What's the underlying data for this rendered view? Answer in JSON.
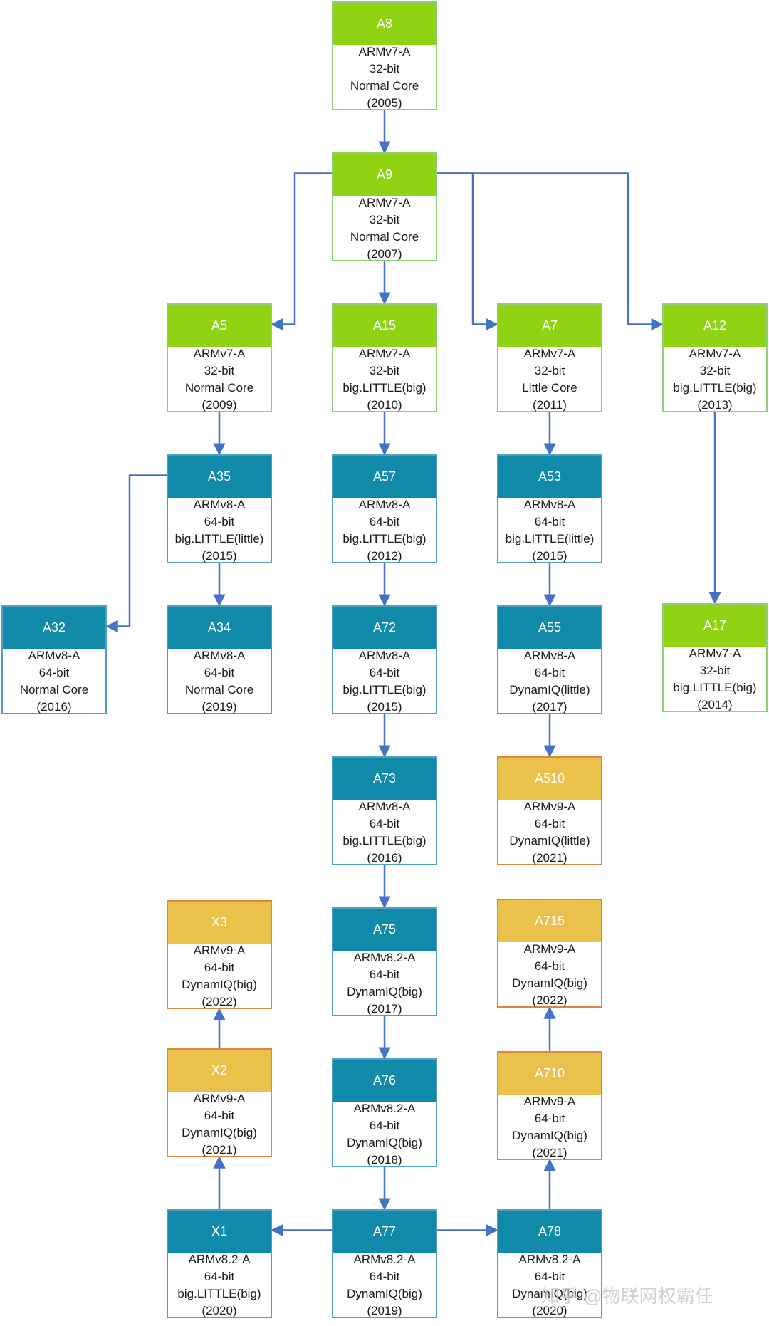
{
  "nodes": [
    {
      "id": "A8",
      "arch": "ARMv7-A",
      "bits": "32-bit",
      "type": "Normal Core",
      "year": "(2005)",
      "gen": "v7"
    },
    {
      "id": "A9",
      "arch": "ARMv7-A",
      "bits": "32-bit",
      "type": "Normal Core",
      "year": "(2007)",
      "gen": "v7"
    },
    {
      "id": "A5",
      "arch": "ARMv7-A",
      "bits": "32-bit",
      "type": "Normal Core",
      "year": "(2009)",
      "gen": "v7"
    },
    {
      "id": "A15",
      "arch": "ARMv7-A",
      "bits": "32-bit",
      "type": "big.LITTLE(big)",
      "year": "(2010)",
      "gen": "v7"
    },
    {
      "id": "A7",
      "arch": "ARMv7-A",
      "bits": "32-bit",
      "type": "Little Core",
      "year": "(2011)",
      "gen": "v7"
    },
    {
      "id": "A12",
      "arch": "ARMv7-A",
      "bits": "32-bit",
      "type": "big.LITTLE(big)",
      "year": "(2013)",
      "gen": "v7"
    },
    {
      "id": "A17",
      "arch": "ARMv7-A",
      "bits": "32-bit",
      "type": "big.LITTLE(big)",
      "year": "(2014)",
      "gen": "v7"
    },
    {
      "id": "A35",
      "arch": "ARMv8-A",
      "bits": "64-bit",
      "type": "big.LITTLE(little)",
      "year": "(2015)",
      "gen": "v8"
    },
    {
      "id": "A57",
      "arch": "ARMv8-A",
      "bits": "64-bit",
      "type": "big.LITTLE(big)",
      "year": "(2012)",
      "gen": "v8"
    },
    {
      "id": "A53",
      "arch": "ARMv8-A",
      "bits": "64-bit",
      "type": "big.LITTLE(little)",
      "year": "(2015)",
      "gen": "v8"
    },
    {
      "id": "A32",
      "arch": "ARMv8-A",
      "bits": "64-bit",
      "type": "Normal Core",
      "year": "(2016)",
      "gen": "v8"
    },
    {
      "id": "A34",
      "arch": "ARMv8-A",
      "bits": "64-bit",
      "type": "Normal Core",
      "year": "(2019)",
      "gen": "v8"
    },
    {
      "id": "A72",
      "arch": "ARMv8-A",
      "bits": "64-bit",
      "type": "big.LITTLE(big)",
      "year": "(2015)",
      "gen": "v8"
    },
    {
      "id": "A55",
      "arch": "ARMv8-A",
      "bits": "64-bit",
      "type": "DynamIQ(little)",
      "year": "(2017)",
      "gen": "v8"
    },
    {
      "id": "A73",
      "arch": "ARMv8-A",
      "bits": "64-bit",
      "type": "big.LITTLE(big)",
      "year": "(2016)",
      "gen": "v8"
    },
    {
      "id": "A510",
      "arch": "ARMv9-A",
      "bits": "64-bit",
      "type": "DynamIQ(little)",
      "year": "(2021)",
      "gen": "v9"
    },
    {
      "id": "X3",
      "arch": "ARMv9-A",
      "bits": "64-bit",
      "type": "DynamIQ(big)",
      "year": "(2022)",
      "gen": "v9"
    },
    {
      "id": "A75",
      "arch": "ARMv8.2-A",
      "bits": "64-bit",
      "type": "DynamIQ(big)",
      "year": "(2017)",
      "gen": "v8"
    },
    {
      "id": "A715",
      "arch": "ARMv9-A",
      "bits": "64-bit",
      "type": "DynamIQ(big)",
      "year": "(2022)",
      "gen": "v9"
    },
    {
      "id": "X2",
      "arch": "ARMv9-A",
      "bits": "64-bit",
      "type": "DynamIQ(big)",
      "year": "(2021)",
      "gen": "v9"
    },
    {
      "id": "A76",
      "arch": "ARMv8.2-A",
      "bits": "64-bit",
      "type": "DynamIQ(big)",
      "year": "(2018)",
      "gen": "v8"
    },
    {
      "id": "A710",
      "arch": "ARMv9-A",
      "bits": "64-bit",
      "type": "DynamIQ(big)",
      "year": "(2021)",
      "gen": "v9"
    },
    {
      "id": "X1",
      "arch": "ARMv8.2-A",
      "bits": "64-bit",
      "type": "big.LITTLE(big)",
      "year": "(2020)",
      "gen": "v8"
    },
    {
      "id": "A77",
      "arch": "ARMv8.2-A",
      "bits": "64-bit",
      "type": "DynamIQ(big)",
      "year": "(2019)",
      "gen": "v8"
    },
    {
      "id": "A78",
      "arch": "ARMv8.2-A",
      "bits": "64-bit",
      "type": "DynamIQ(big)",
      "year": "(2020)",
      "gen": "v8"
    }
  ],
  "edges": [
    [
      "A8",
      "A9"
    ],
    [
      "A9",
      "A5"
    ],
    [
      "A9",
      "A15"
    ],
    [
      "A9",
      "A7"
    ],
    [
      "A9",
      "A12"
    ],
    [
      "A12",
      "A17"
    ],
    [
      "A5",
      "A35"
    ],
    [
      "A15",
      "A57"
    ],
    [
      "A7",
      "A53"
    ],
    [
      "A35",
      "A32"
    ],
    [
      "A35",
      "A34"
    ],
    [
      "A57",
      "A72"
    ],
    [
      "A53",
      "A55"
    ],
    [
      "A72",
      "A73"
    ],
    [
      "A55",
      "A510"
    ],
    [
      "A73",
      "A75"
    ],
    [
      "A75",
      "A76"
    ],
    [
      "A76",
      "A77"
    ],
    [
      "A77",
      "X1"
    ],
    [
      "A77",
      "A78"
    ],
    [
      "X1",
      "X2"
    ],
    [
      "X2",
      "X3"
    ],
    [
      "A78",
      "A710"
    ],
    [
      "A710",
      "A715"
    ]
  ],
  "colors": {
    "edge": "#4472c4",
    "v7": "#8fd313",
    "v8": "#118aa9",
    "v9": "#e9c14b"
  },
  "watermark": "知乎 @物联网权霸任"
}
